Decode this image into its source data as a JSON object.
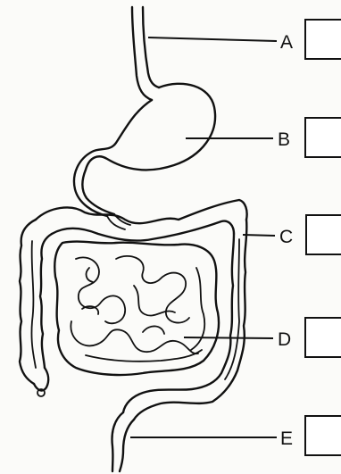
{
  "diagram": {
    "labels": [
      {
        "letter": "A",
        "part": "esophagus"
      },
      {
        "letter": "B",
        "part": "stomach"
      },
      {
        "letter": "C",
        "part": "large-intestine"
      },
      {
        "letter": "D",
        "part": "small-intestine"
      },
      {
        "letter": "E",
        "part": "rectum"
      }
    ],
    "colors": {
      "ink": "#111111",
      "paper": "#fbfbf9"
    }
  }
}
